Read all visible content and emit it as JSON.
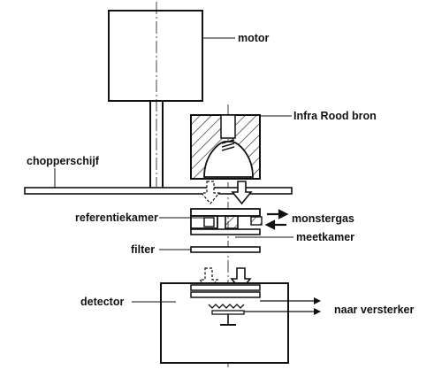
{
  "labels": {
    "motor": "motor",
    "ir_source": "Infra Rood bron",
    "chopper": "chopperschijf",
    "reference_chamber": "referentiekamer",
    "sample_gas": "monstergas",
    "measuring_chamber": "meetkamer",
    "filter": "filter",
    "detector": "detector",
    "amplifier": "naar versterker"
  }
}
